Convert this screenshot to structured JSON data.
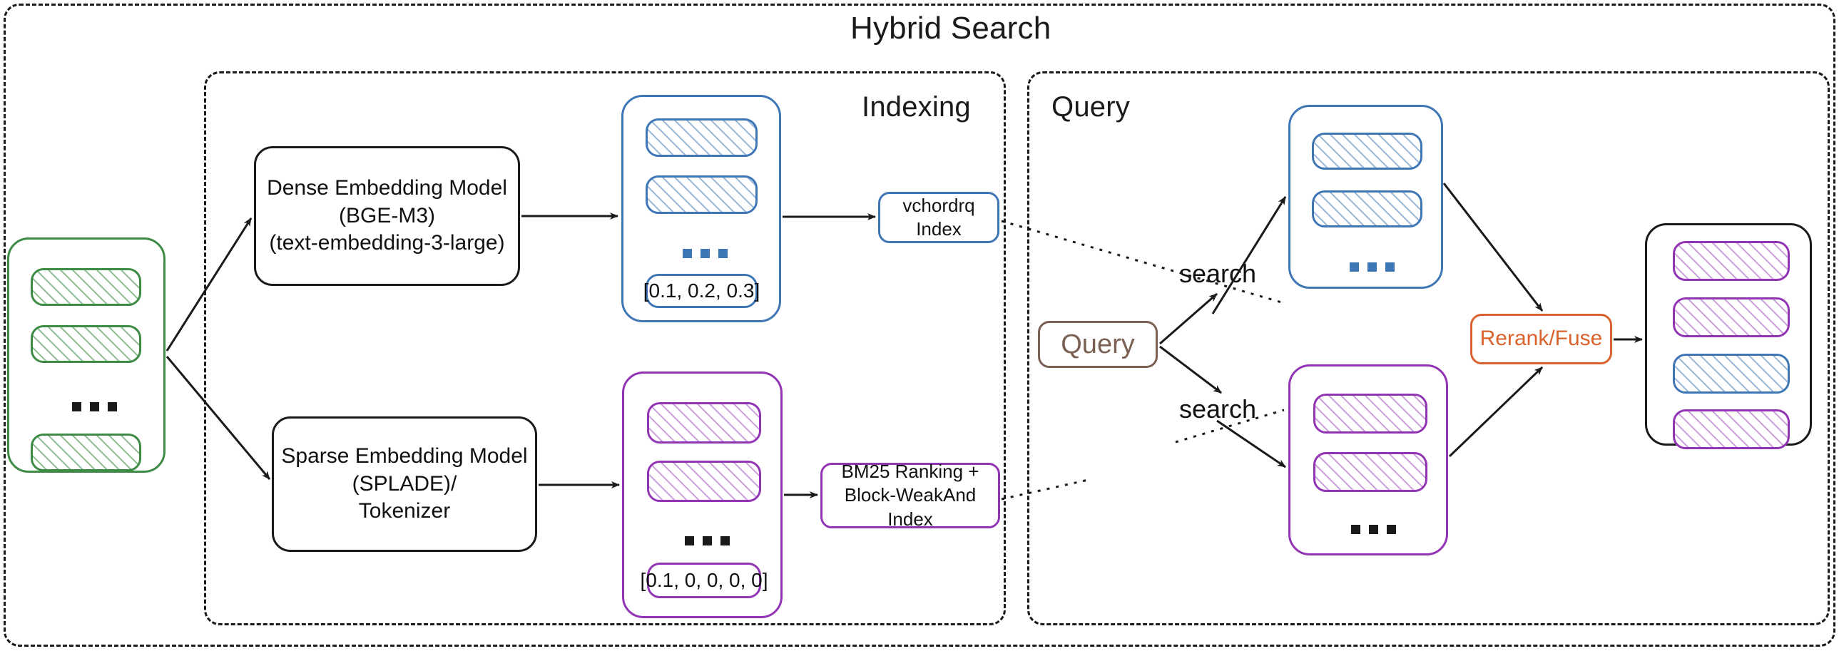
{
  "diagram": {
    "title": "Hybrid Search",
    "panels": {
      "indexing_label": "Indexing",
      "query_label": "Query"
    },
    "colors": {
      "green": "#3d8b44",
      "blue": "#3f76b5",
      "purple": "#9235b5",
      "orange": "#d9622d",
      "brown": "#7b6054",
      "black": "#1a1a1a"
    },
    "nodes": {
      "dense_model": "Dense Embedding Model\n(BGE-M3)\n(text-embedding-3-large)",
      "dense_model_line1": "Dense Embedding Model",
      "dense_model_line2": "(BGE-M3)",
      "dense_model_line3": "(text-embedding-3-large)",
      "sparse_model_line1": "Sparse Embedding Model",
      "sparse_model_line2": "(SPLADE)/",
      "sparse_model_line3": "Tokenizer",
      "vchordrq_line1": "vchordrq",
      "vchordrq_line2": "Index",
      "bm25_line1": "BM25 Ranking +",
      "bm25_line2": "Block-WeakAnd Index",
      "query_box": "Query",
      "rerank_box": "Rerank/Fuse"
    },
    "vectors": {
      "dense_vector": "[0.1, 0.2, 0.3]",
      "sparse_vector": "[0.1, 0, 0, 0, 0]"
    },
    "edge_labels": {
      "search_dense": "search",
      "search_sparse": "search"
    },
    "ellipsis": "..."
  }
}
